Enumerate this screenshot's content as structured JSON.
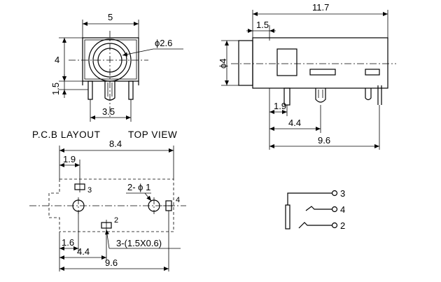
{
  "front_view": {
    "width_dim": "5",
    "hole_dim": "ϕ2.6",
    "height_dim": "4",
    "pin_offset_dim": "1.5",
    "pin_pitch_dim": "3.5"
  },
  "side_view": {
    "length_dim": "11.7",
    "front_dim": "1.5",
    "body_dim": "ϕ4",
    "pin1_dim": "1.9",
    "pin2_dim": "4.4",
    "pin3_dim": "9.6"
  },
  "pcb_layout": {
    "title": "P.C.B LAYOUT",
    "subtitle": "TOP VIEW",
    "width_dim": "8.4",
    "offset_dim": "1.9",
    "hole_callout": "2- ϕ 1",
    "slot_callout": "3-(1.5X0.6)",
    "pad_labels": [
      "3",
      "4",
      "2"
    ],
    "bottom_dims": [
      "1.6",
      "4.4",
      "9.6"
    ]
  },
  "schematic": {
    "pins": [
      "3",
      "4",
      "2"
    ]
  }
}
